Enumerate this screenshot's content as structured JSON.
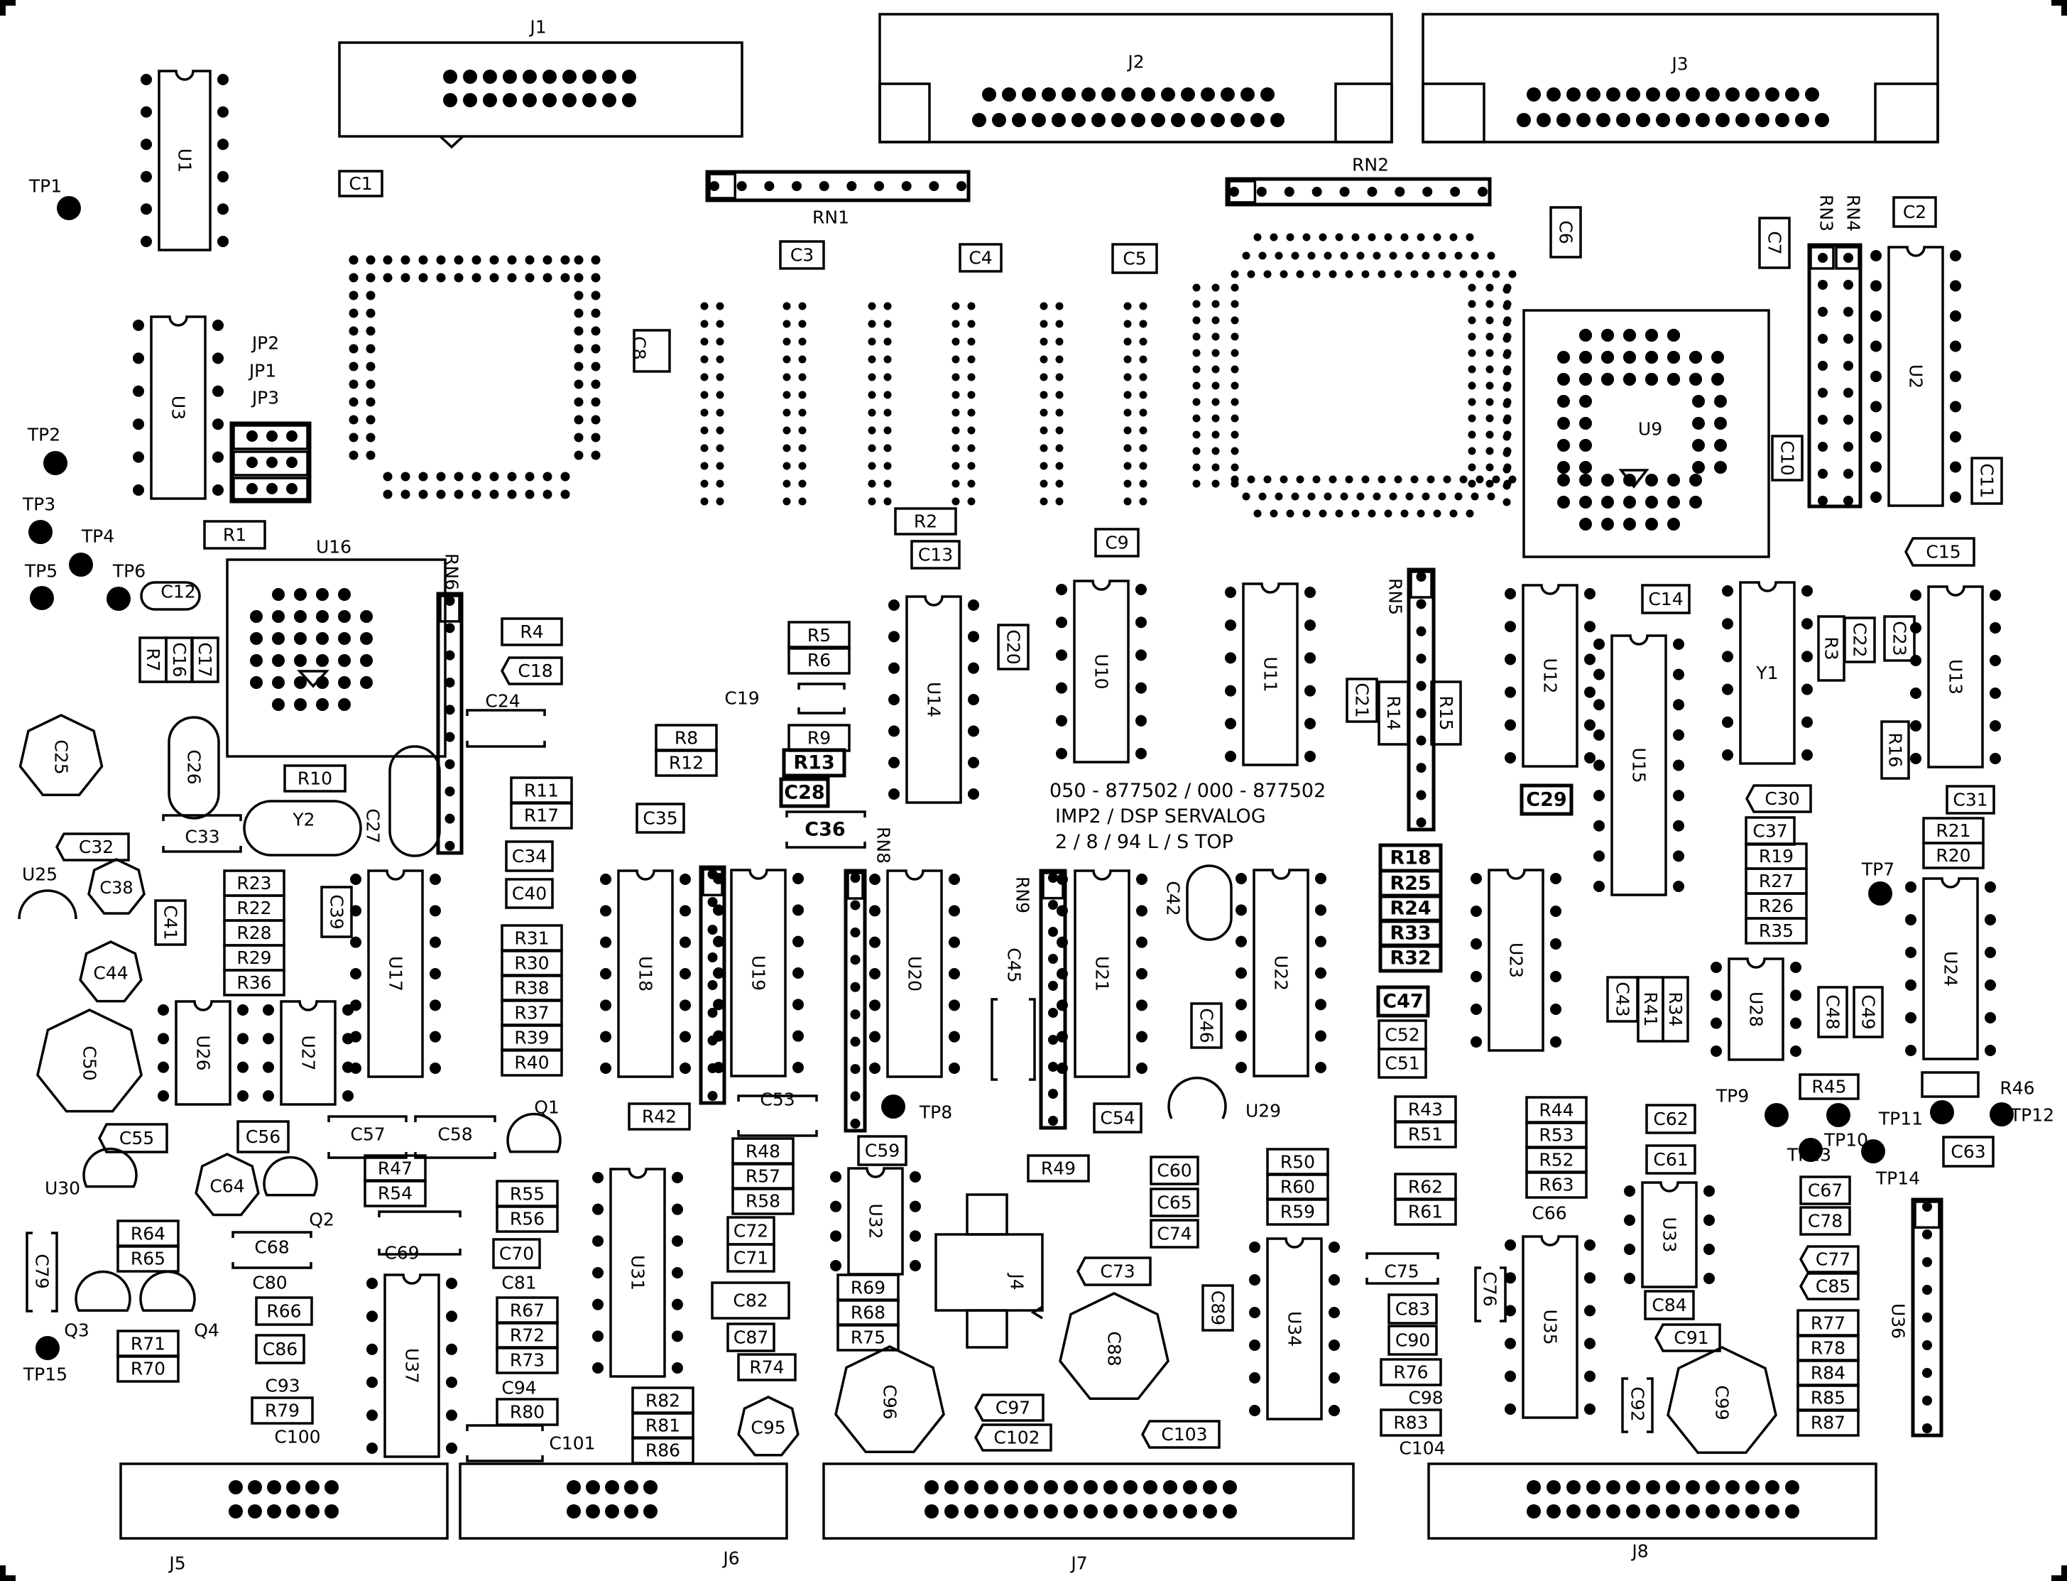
{
  "title": {
    "line1": "050 - 877502 / 000 - 877502",
    "line2": "IMP2 / DSP   SERVALOG",
    "line3": "2 / 8 / 94          L / S TOP"
  },
  "connectors": [
    "J1",
    "J2",
    "J3",
    "J4",
    "J5",
    "J6",
    "J7",
    "J8"
  ],
  "ics": [
    "U1",
    "U2",
    "U3",
    "U9",
    "U10",
    "U11",
    "U12",
    "U13",
    "U14",
    "U15",
    "U16",
    "U17",
    "U18",
    "U19",
    "U20",
    "U21",
    "U22",
    "U23",
    "U24",
    "U26",
    "U27",
    "U28",
    "U31",
    "U32",
    "U33",
    "U34",
    "U35",
    "U36",
    "U37",
    "Y1"
  ],
  "resistor_networks": [
    "RN1",
    "RN2",
    "RN3",
    "RN4",
    "RN5",
    "RN6",
    "RN8",
    "RN9"
  ],
  "jumpers": [
    "JP1",
    "JP2",
    "JP3"
  ],
  "test_points": [
    "TP1",
    "TP2",
    "TP3",
    "TP4",
    "TP5",
    "TP6",
    "TP7",
    "TP8",
    "TP9",
    "TP10",
    "TP11",
    "TP12",
    "TP13",
    "TP14",
    "TP15"
  ],
  "transistors": [
    "Q1",
    "Q2",
    "Q3",
    "Q4",
    "U25",
    "U29",
    "U30"
  ],
  "large_caps": [
    "C25",
    "C26",
    "C38",
    "C44",
    "C50",
    "C88",
    "C95",
    "C96",
    "C99"
  ],
  "crystals": [
    "Y2",
    "C27",
    "C42"
  ],
  "passives": [
    "C1",
    "C2",
    "C3",
    "C4",
    "C5",
    "C6",
    "C7",
    "C8",
    "C9",
    "C10",
    "C11",
    "C12",
    "C13",
    "C14",
    "C15",
    "C16",
    "C17",
    "C18",
    "C19",
    "C20",
    "C21",
    "C22",
    "C23",
    "C24",
    "C28",
    "C29",
    "C30",
    "C31",
    "C32",
    "C33",
    "C34",
    "C35",
    "C36",
    "C37",
    "C39",
    "C40",
    "C41",
    "C43",
    "C45",
    "C46",
    "C47",
    "C48",
    "C49",
    "C51",
    "C52",
    "C53",
    "C54",
    "C55",
    "C56",
    "C57",
    "C58",
    "C59",
    "C60",
    "C61",
    "C62",
    "C63",
    "C64",
    "C65",
    "C66",
    "C67",
    "C68",
    "C69",
    "C70",
    "C71",
    "C72",
    "C73",
    "C74",
    "C75",
    "C76",
    "C77",
    "C78",
    "C79",
    "C80",
    "C81",
    "C82",
    "C83",
    "C84",
    "C85",
    "C86",
    "C87",
    "C89",
    "C90",
    "C91",
    "C92",
    "C93",
    "C94",
    "C97",
    "C98",
    "C100",
    "C101",
    "C102",
    "C103",
    "C104",
    "R1",
    "R2",
    "R3",
    "R4",
    "R5",
    "R6",
    "R7",
    "R8",
    "R9",
    "R10",
    "R11",
    "R12",
    "R13",
    "R14",
    "R15",
    "R16",
    "R17",
    "R18",
    "R19",
    "R20",
    "R21",
    "R22",
    "R23",
    "R24",
    "R25",
    "R26",
    "R27",
    "R28",
    "R29",
    "R30",
    "R31",
    "R32",
    "R33",
    "R34",
    "R35",
    "R36",
    "R37",
    "R38",
    "R39",
    "R40",
    "R41",
    "R42",
    "R43",
    "R44",
    "R45",
    "R46",
    "R47",
    "R48",
    "R49",
    "R50",
    "R51",
    "R52",
    "R53",
    "R54",
    "R55",
    "R56",
    "R57",
    "R58",
    "R59",
    "R60",
    "R61",
    "R62",
    "R63",
    "R64",
    "R65",
    "R66",
    "R67",
    "R68",
    "R69",
    "R70",
    "R71",
    "R72",
    "R73",
    "R74",
    "R75",
    "R76",
    "R77",
    "R78",
    "R79",
    "R80",
    "R81",
    "R82",
    "R83",
    "R84",
    "R85",
    "R86",
    "R87"
  ]
}
